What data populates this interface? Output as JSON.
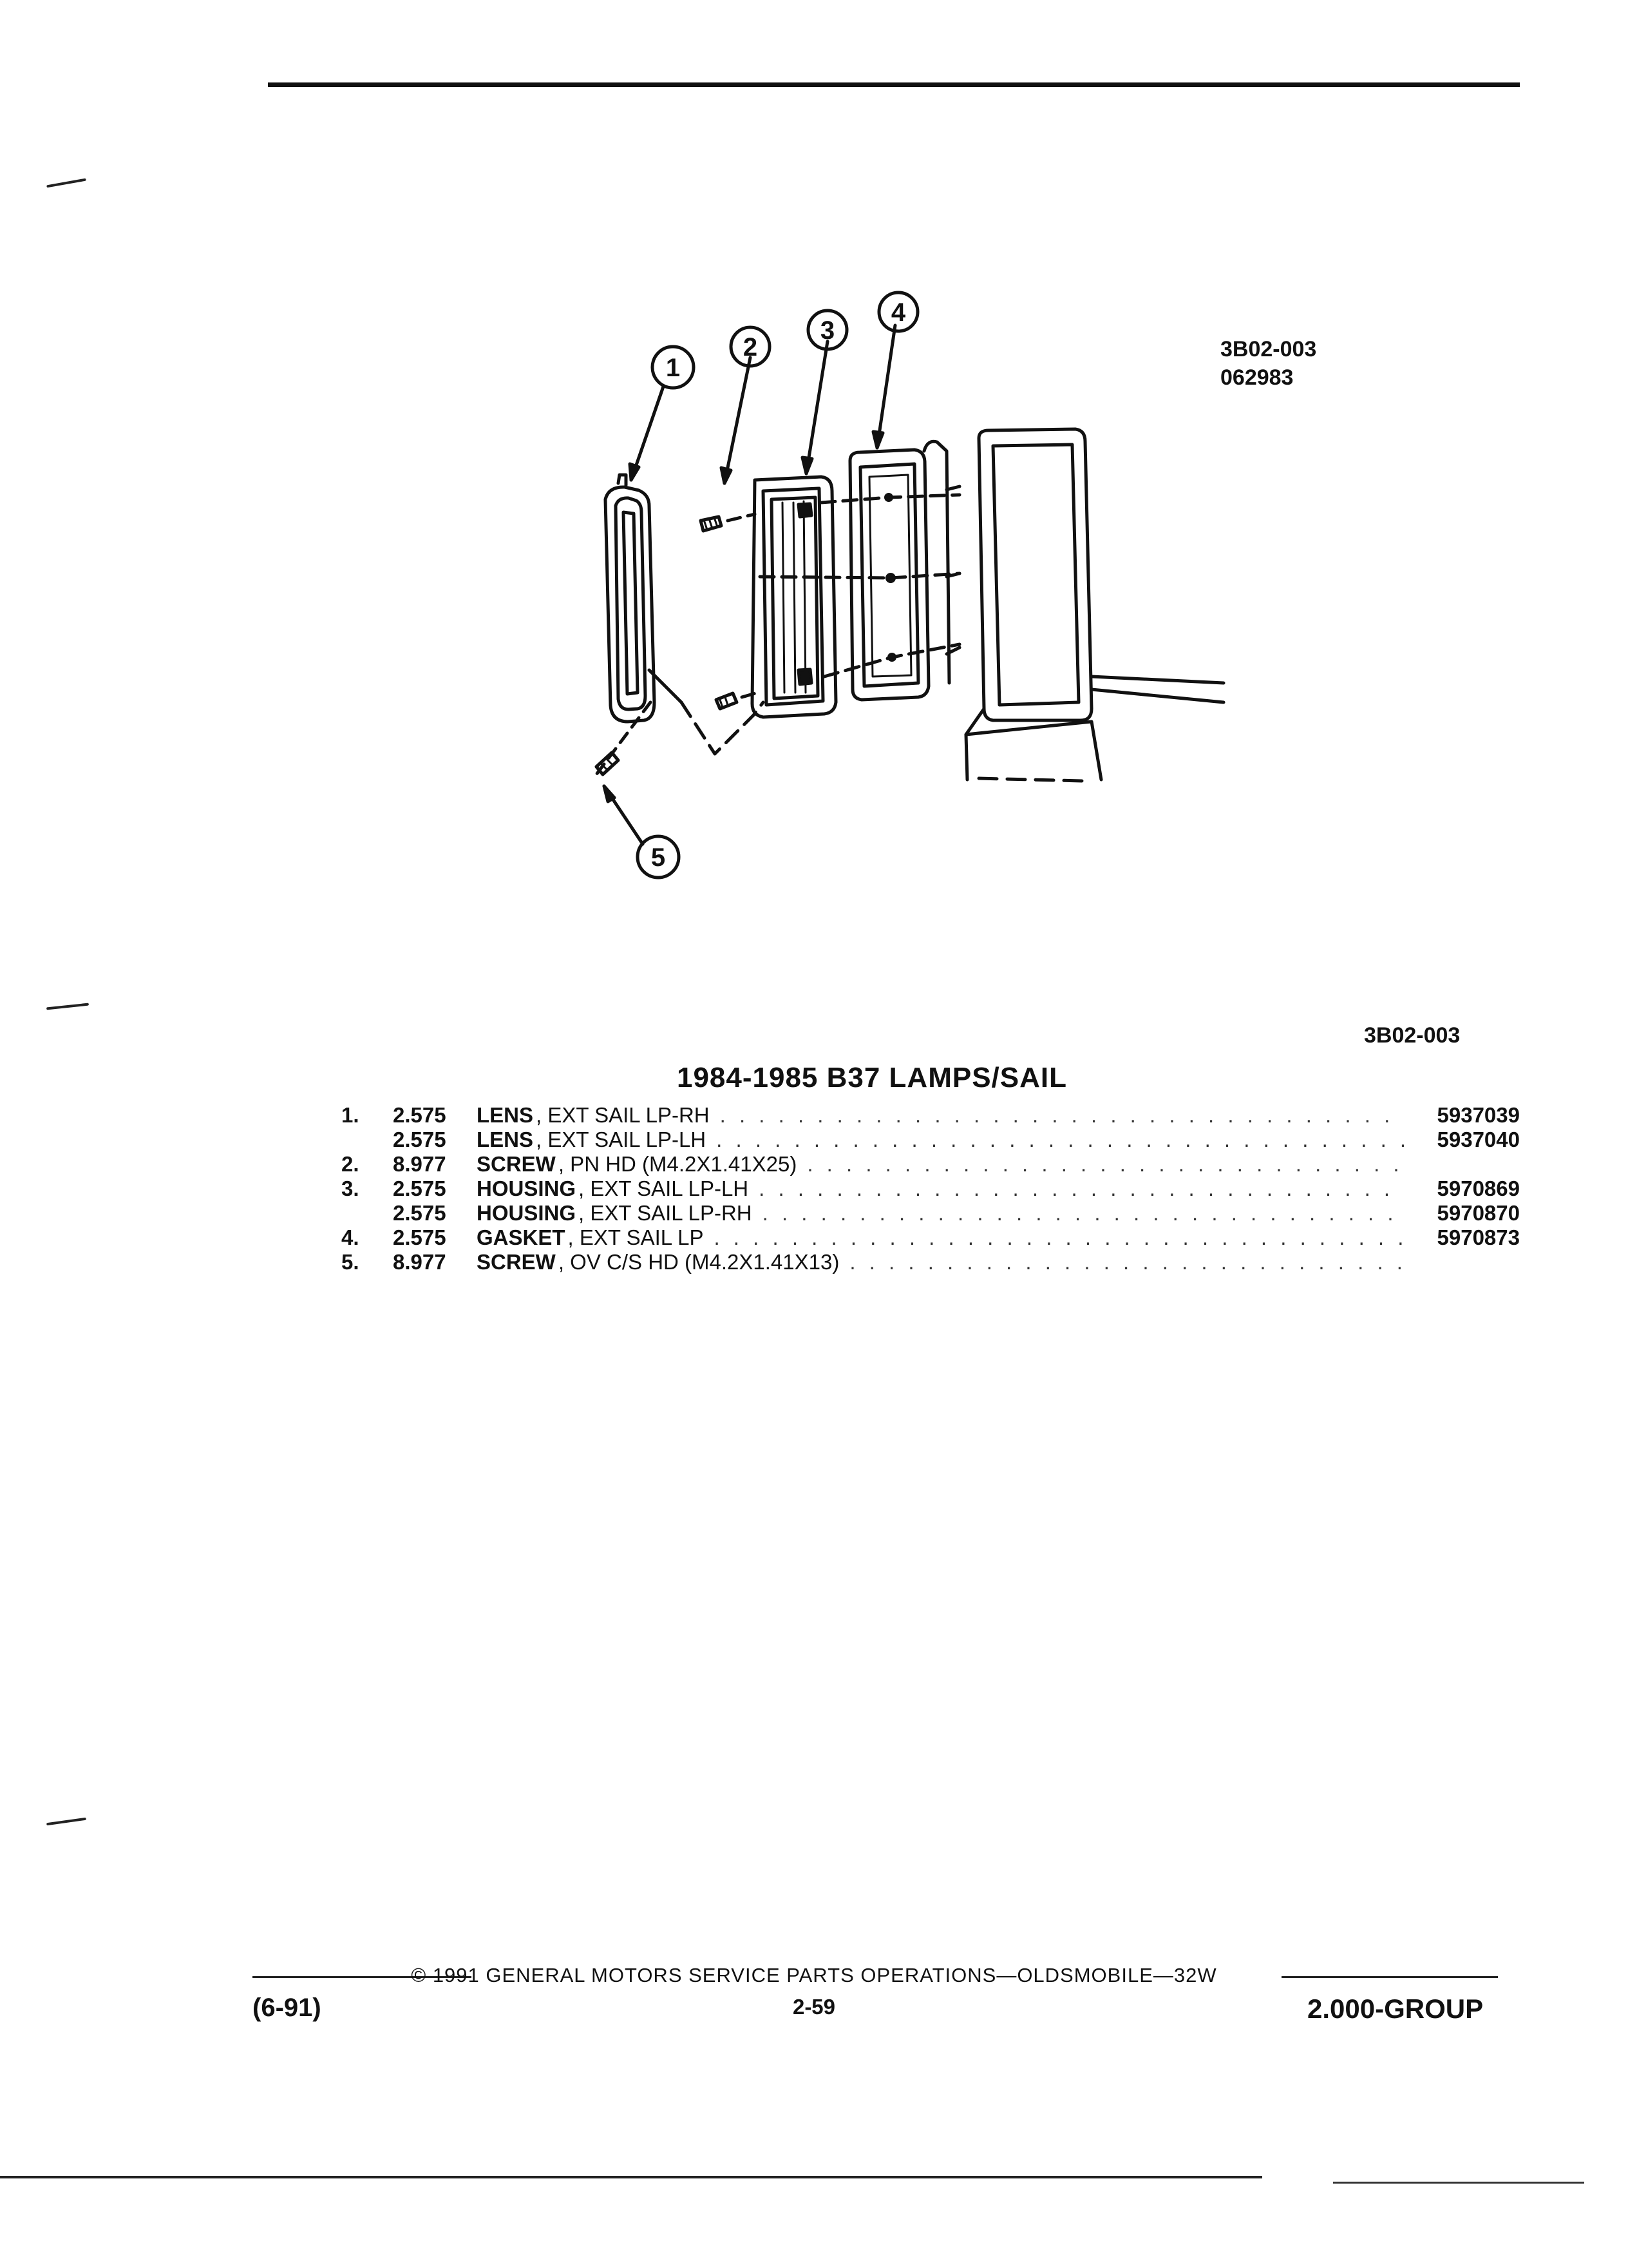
{
  "figure": {
    "code": "3B02-003",
    "date": "062983",
    "callouts": [
      "1",
      "2",
      "3",
      "4",
      "5"
    ]
  },
  "section": {
    "code": "3B02-003",
    "title": "1984-1985 B37 LAMPS/SAIL"
  },
  "parts": [
    {
      "index": "1.",
      "group": "2.575",
      "name": "LENS",
      "detail": ", EXT SAIL LP-RH",
      "part_number": "5937039"
    },
    {
      "index": "",
      "group": "2.575",
      "name": "LENS",
      "detail": ", EXT SAIL LP-LH",
      "part_number": "5937040"
    },
    {
      "index": "2.",
      "group": "8.977",
      "name": "SCREW",
      "detail": ", PN HD (M4.2X1.41X25)",
      "part_number": ""
    },
    {
      "index": "3.",
      "group": "2.575",
      "name": "HOUSING",
      "detail": ", EXT SAIL LP-LH",
      "part_number": "5970869"
    },
    {
      "index": "",
      "group": "2.575",
      "name": "HOUSING",
      "detail": ", EXT SAIL LP-RH",
      "part_number": "5970870"
    },
    {
      "index": "4.",
      "group": "2.575",
      "name": "GASKET",
      "detail": ", EXT SAIL LP",
      "part_number": "5970873"
    },
    {
      "index": "5.",
      "group": "8.977",
      "name": "SCREW",
      "detail": ", OV C/S HD (M4.2X1.41X13)",
      "part_number": ""
    }
  ],
  "footer": {
    "copyright": "© 1991 GENERAL MOTORS SERVICE PARTS OPERATIONS—OLDSMOBILE—32W",
    "date_code": "(6-91)",
    "page": "2-59",
    "group": "2.000-GROUP"
  }
}
